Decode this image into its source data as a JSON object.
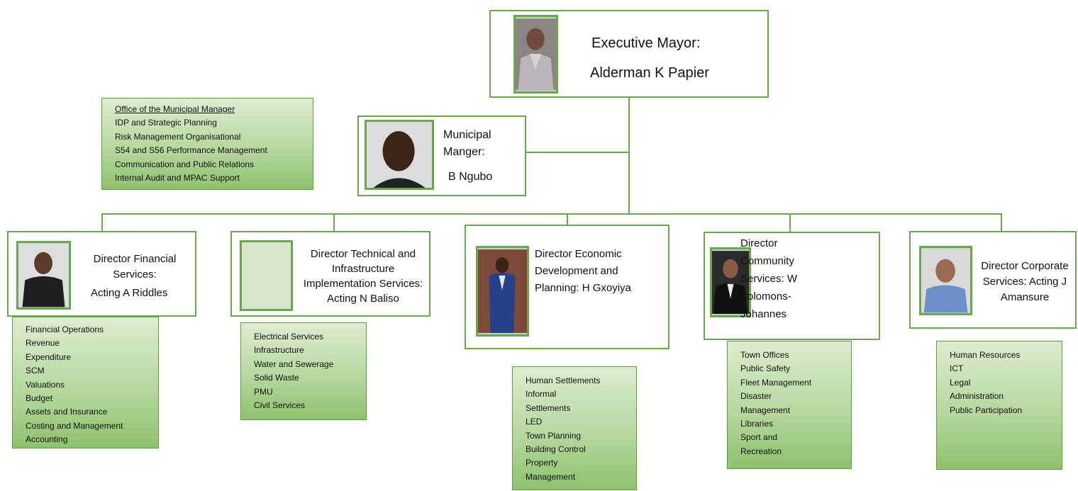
{
  "mayor": {
    "title": "Executive Mayor:",
    "name": "Alderman K Papier"
  },
  "manager": {
    "title": "Municipal Manger:",
    "name": "B Ngubo"
  },
  "office": {
    "heading": "Office of the Municipal Manager",
    "items": [
      "IDP and Strategic Planning",
      "Risk Management Organisational",
      "S54 and S56 Performance Management",
      "Communication and Public Relations",
      "Internal Audit and MPAC Support"
    ]
  },
  "directors": [
    {
      "title": "Director Financial Services:",
      "name": "Acting A Riddles",
      "items": [
        "Financial Operations",
        "Revenue",
        "Expenditure",
        "SCM",
        "Valuations",
        "Budget",
        "Assets and Insurance",
        "Costing and Management",
        "Accounting"
      ]
    },
    {
      "title": "Director Technical and Infrastructure Implementation Services: Acting N Baliso",
      "name": "",
      "items": [
        "Electrical Services",
        "Infrastructure",
        "Water and Sewerage",
        "Solid Waste",
        "PMU",
        "Civil Services"
      ]
    },
    {
      "title": "Director Economic Development and Planning: H Gxoyiya",
      "name": "",
      "items": [
        "Human Settlements",
        "Informal",
        "Settlements",
        "LED",
        "Town Planning",
        "Building Control",
        "Property",
        "Management"
      ]
    },
    {
      "title": "Director Community Services: W Solomons-Johannes",
      "name": "",
      "items": [
        "Town Offices",
        "Public Safety",
        "Fleet Management",
        "Disaster",
        "Management",
        "Libraries",
        "Sport and",
        "Recreation"
      ]
    },
    {
      "title": "Director Corporate Services: Acting J Amansure",
      "name": "",
      "items": [
        "Human Resources",
        "ICT",
        "Legal",
        "Administration",
        "Public Participation"
      ]
    }
  ],
  "colors": {
    "border": "#6aa84f",
    "green_fill": "#b6d89f"
  }
}
